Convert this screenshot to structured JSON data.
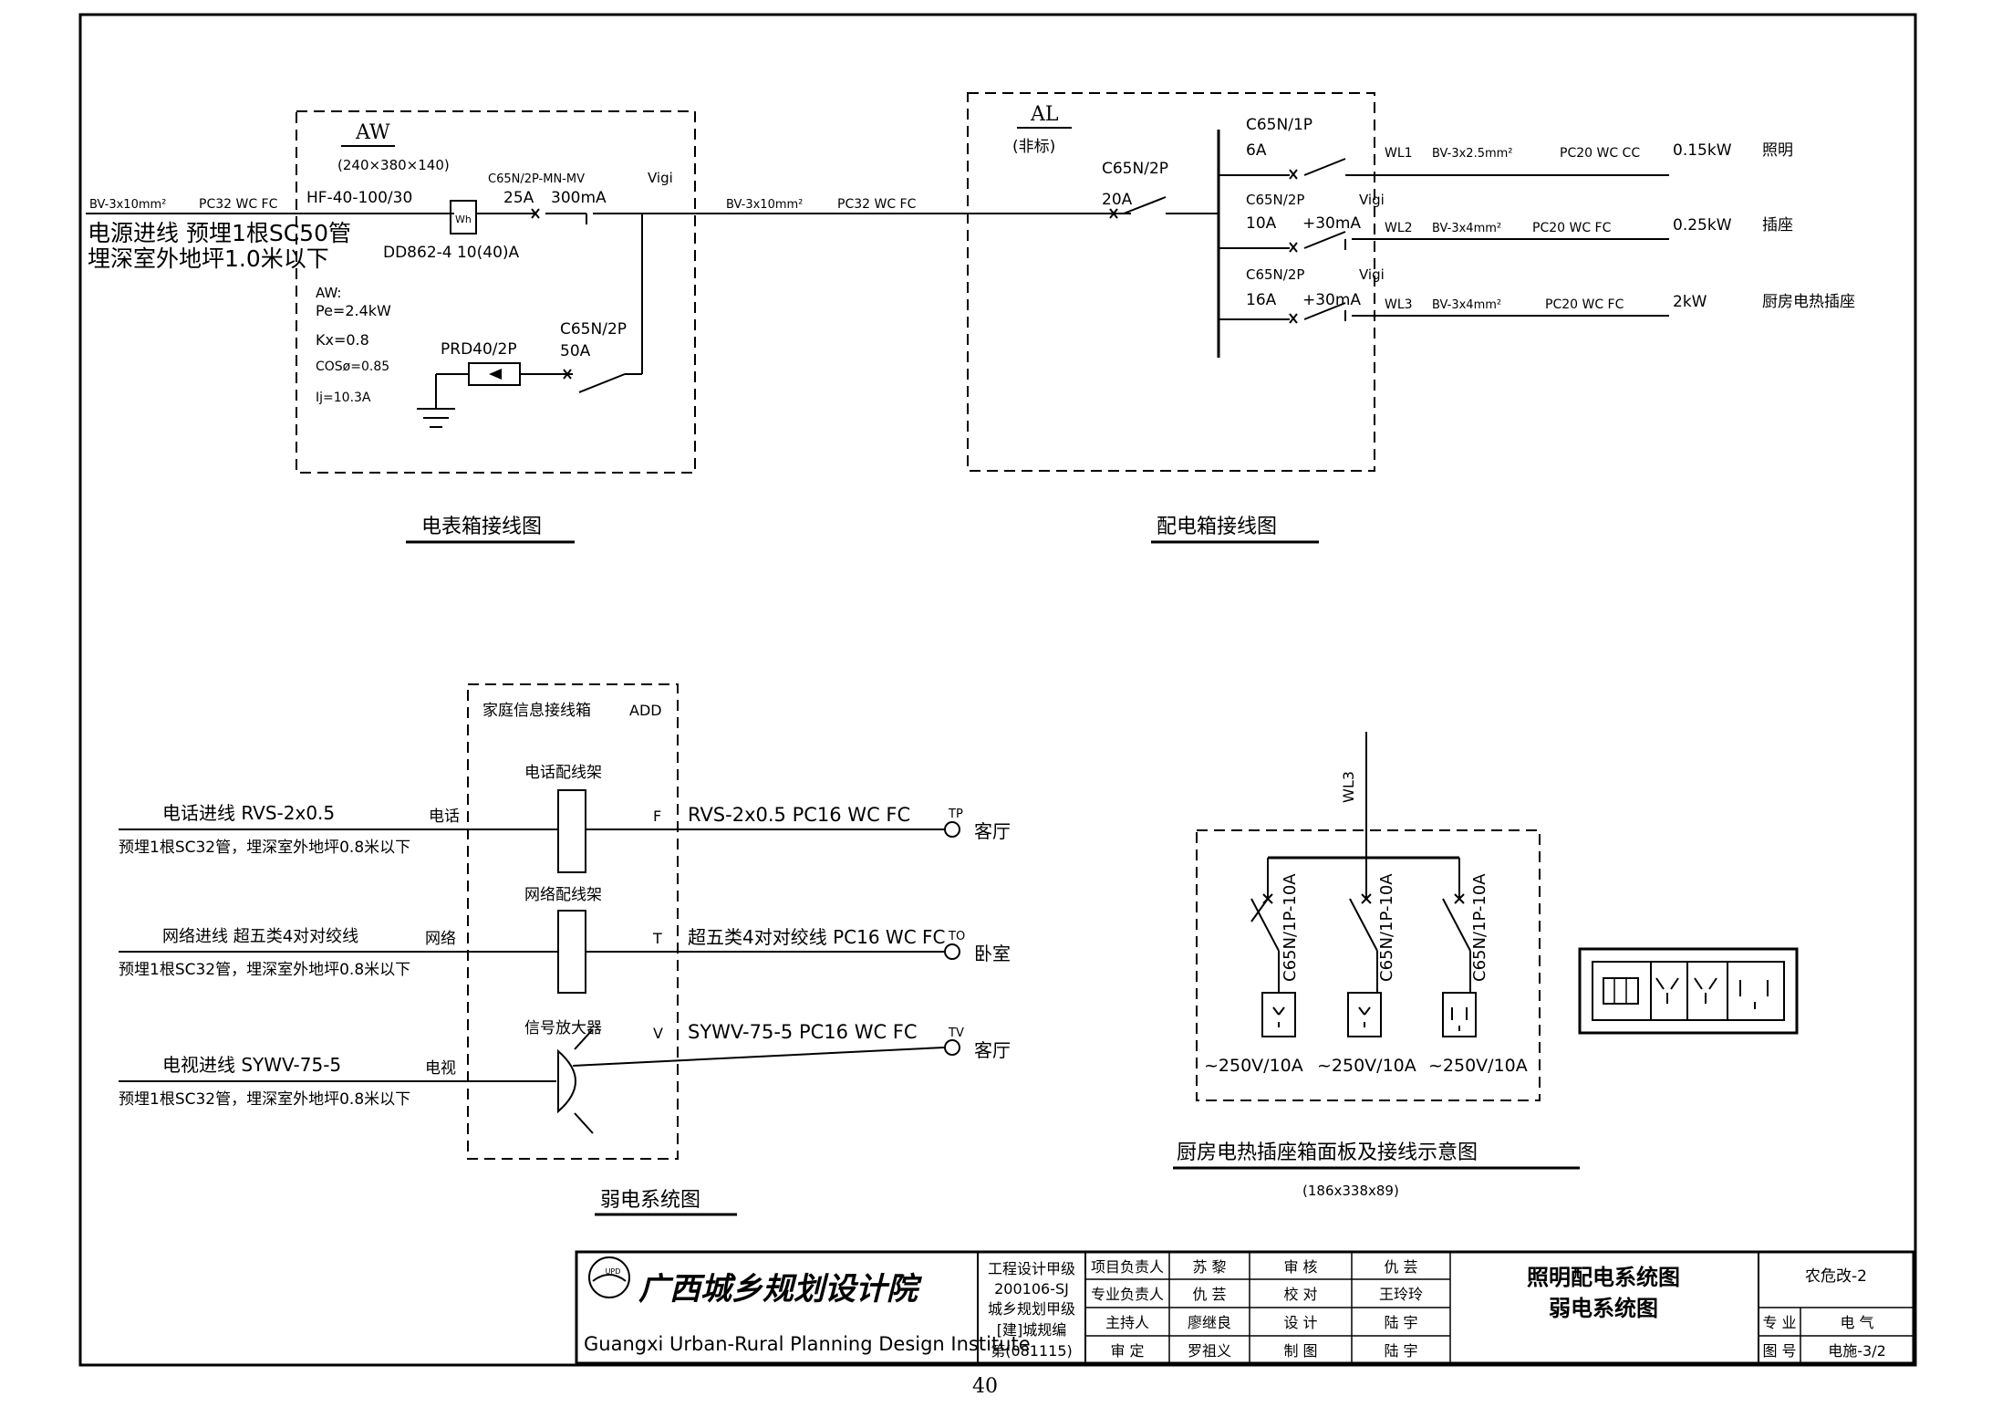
{
  "meter_box": {
    "label": "AW",
    "dims": "(240×380×140)",
    "in_cable": "BV-3x10mm²",
    "in_conduit": "PC32  WC  FC",
    "device": "HF-40-100/30",
    "note_line1": "电源进线  预埋1根SC50管",
    "note_line2": "埋深室外地坪1.0米以下",
    "meter_symbol": "Wh",
    "meter_model": "DD862-4  10(40)A",
    "breaker_model": "C65N/2P-MN-MV",
    "breaker_rating": "25A",
    "vigi_label": "Vigi",
    "vigi_rating": "300mA",
    "params": [
      "AW:",
      "Pe=2.4kW",
      "Kx=0.8",
      "COSø=0.85",
      "Ij=10.3A"
    ],
    "spd_model": "PRD40/2P",
    "spd_breaker": "C65N/2P",
    "spd_rating": "50A",
    "out_cable": "BV-3x10mm²",
    "out_conduit": "PC32  WC  FC",
    "caption": "电表箱接线图"
  },
  "dist_box": {
    "label": "AL",
    "sub": "(非标)",
    "main_breaker": "C65N/2P",
    "main_rating": "20A",
    "caption": "配电箱接线图",
    "circuits": [
      {
        "breaker": "C65N/1P",
        "rating": "6A",
        "vigi": "",
        "ma": "",
        "id": "WL1",
        "cable": "BV-3x2.5mm²",
        "conduit": "PC20  WC  CC",
        "load": "0.15kW",
        "use": "照明"
      },
      {
        "breaker": "C65N/2P",
        "rating": "10A",
        "vigi": "Vigi",
        "ma": "+30mA",
        "id": "WL2",
        "cable": "BV-3x4mm²",
        "conduit": "PC20  WC  FC",
        "load": "0.25kW",
        "use": "插座"
      },
      {
        "breaker": "C65N/2P",
        "rating": "16A",
        "vigi": "Vigi",
        "ma": "+30mA",
        "id": "WL3",
        "cable": "BV-3x4mm²",
        "conduit": "PC20  WC  FC",
        "load": "2kW",
        "use": "厨房电热插座"
      }
    ]
  },
  "weak": {
    "box_title": "家庭信息接线箱",
    "box_code": "ADD",
    "caption": "弱电系统图",
    "rows": [
      {
        "frame": "电话配线架",
        "in_label": "电话进线  RVS-2x0.5",
        "in_sub": "预埋1根SC32管，埋深室外地坪0.8米以下",
        "type": "电话",
        "port": "F",
        "out": "RVS-2x0.5 PC16 WC FC",
        "tag": "TP",
        "room": "客厅"
      },
      {
        "frame": "网络配线架",
        "in_label": "网络进线  超五类4对对绞线",
        "in_sub": "预埋1根SC32管，埋深室外地坪0.8米以下",
        "type": "网络",
        "port": "T",
        "out": "超五类4对对绞线 PC16 WC FC",
        "tag": "TO",
        "room": "卧室"
      },
      {
        "frame": "信号放大器",
        "in_label": "电视进线  SYWV-75-5",
        "in_sub": "预埋1根SC32管，埋深室外地坪0.8米以下",
        "type": "电视",
        "port": "V",
        "out": "SYWV-75-5 PC16 WC FC",
        "tag": "TV",
        "room": "客厅"
      }
    ]
  },
  "kitchen": {
    "feed": "WL3",
    "breaker_label": "C65N/1P-10A",
    "socket_rating": "~250V/10A",
    "caption": "厨房电热插座箱面板及接线示意图",
    "size": "(186x338x89)"
  },
  "title_block": {
    "org_cn": "广西城乡规划设计院",
    "org_en": "Guangxi Urban-Rural Planning Design Institute",
    "logo_text": "UPD",
    "qual": [
      "工程设计甲级",
      "200106-SJ",
      "城乡规划甲级",
      "[建]城规编",
      "第(081115)"
    ],
    "roles": [
      {
        "role": "项目负责人",
        "name": "苏  黎",
        "role2": "审  核",
        "name2": "仇  芸"
      },
      {
        "role": "专业负责人",
        "name": "仇  芸",
        "role2": "校  对",
        "name2": "王玲玲"
      },
      {
        "role": "主持人",
        "name": "廖继良",
        "role2": "设  计",
        "name2": "陆  宇"
      },
      {
        "role": "审  定",
        "name": "罗祖义",
        "role2": "制  图",
        "name2": "陆  宇"
      }
    ],
    "drawing_title1": "照明配电系统图",
    "drawing_title2": "弱电系统图",
    "project": "农危改-2",
    "spec_label": "专  业",
    "spec_value": "电  气",
    "num_label": "图  号",
    "num_value": "电施-3/2"
  },
  "page_number": "40"
}
